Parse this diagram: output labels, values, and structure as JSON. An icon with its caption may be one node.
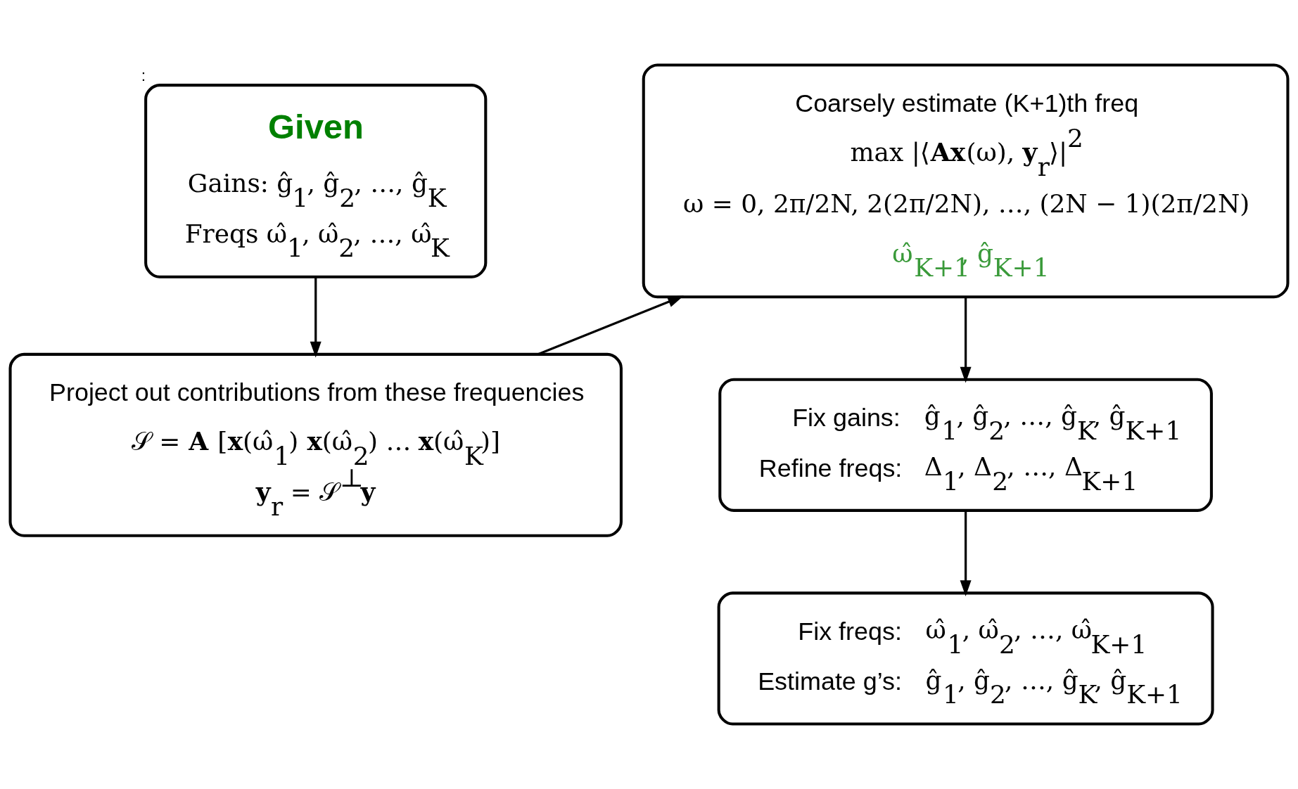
{
  "diagram": {
    "nodes": [
      {
        "text": [
          "Given",
          "Gains: ĝ$_{1}$, ĝ$_{2}$, …, ĝ$_{K}$",
          "Freqs ω̂$_{1}$, ω̂$_{2}$, …, ω̂$_{K}$"
        ],
        "beside": [
          ":"
        ]
      },
      {
        "text": [
          "Project out contributions from these frequencies",
          "𝒮 = **A** [**x**(ω̂$_{1}$) **x**(ω̂$_{2}$) … **x**(ω̂$_{K}$)]",
          "**y**$_{r}$ = 𝒮$^{⊥}$**y**"
        ]
      },
      {
        "text": [
          "Coarsely estimate (K+1)th freq",
          "max |⟨**Ax**(ω), **y**$_{r}$⟩|$^{2}$",
          "ω = 0, 2π/2N, 2(2π/2N), …, (2N − 1)(2π/2N)",
          "ω̂$_{K+1}$, ĝ$_{K+1}$"
        ]
      },
      {
        "text": [
          "Fix gains:",
          "ĝ$_{1}$, ĝ$_{2}$, …, ĝ$_{K}$, ĝ$_{K+1}$",
          "Refine freqs:",
          "Δ$_{1}$, Δ$_{2}$, …, Δ$_{K+1}$"
        ]
      },
      {
        "text": [
          "Fix freqs:",
          "ω̂$_{1}$, ω̂$_{2}$, …, ω̂$_{K+1}$",
          "Estimate g’s:",
          "ĝ$_{1}$, ĝ$_{2}$, …, ĝ$_{K}$, ĝ$_{K+1}$"
        ]
      }
    ],
    "edges": [
      {
        "from": 0,
        "to": 1,
        "arrow": "to"
      },
      {
        "from": 1,
        "to": 2,
        "arrow": "to"
      },
      {
        "from": 2,
        "to": 3,
        "arrow": "to"
      },
      {
        "from": 3,
        "to": 4,
        "arrow": "to"
      }
    ]
  }
}
